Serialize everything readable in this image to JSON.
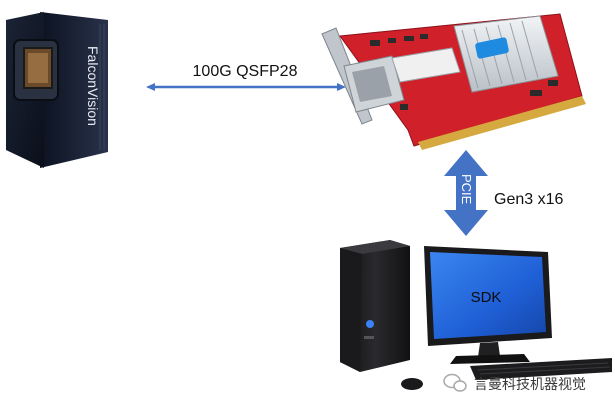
{
  "camera": {
    "brand": "FalconVision"
  },
  "link_camera_card": {
    "label": "100G QSFP28"
  },
  "link_card_pc": {
    "bus_label": "PCIE",
    "spec_label": "Gen3 x16"
  },
  "pc": {
    "screen_text": "SDK"
  },
  "watermark": {
    "text": "言曼科技机器视觉"
  },
  "colors": {
    "arrow": "#4472c4",
    "pcie_arrow": "#4472c4",
    "card_pcb": "#d0202a",
    "camera_body": "#141c2e",
    "monitor_screen": "#1f5fd6"
  }
}
